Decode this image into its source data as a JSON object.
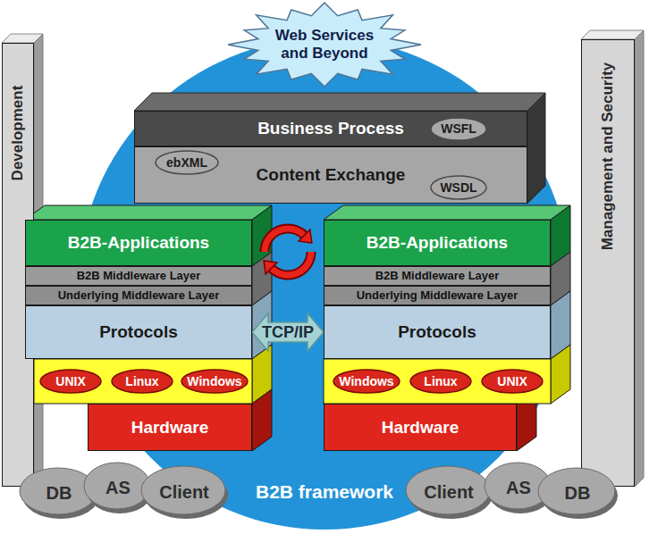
{
  "diagram": {
    "nodes": [
      {
        "text": [
          "Development"
        ]
      },
      {
        "text": [
          "Management and Security"
        ]
      },
      {
        "text": [
          "Web Services and Beyond"
        ]
      },
      {
        "text": [
          "Business Process"
        ]
      },
      {
        "text": [
          "WSFL"
        ],
        "in": 3
      },
      {
        "text": [
          "Content Exchange"
        ]
      },
      {
        "text": [
          "ebXML"
        ],
        "in": 5
      },
      {
        "text": [
          "WSDL"
        ],
        "in": 5
      },
      {
        "text": [
          "B2B-Applications"
        ]
      },
      {
        "text": [
          "B2B Middleware Layer"
        ]
      },
      {
        "text": [
          "Underlying Middleware Layer"
        ]
      },
      {
        "text": [
          "Protocols"
        ]
      },
      {
        "text": [
          "UNIX"
        ]
      },
      {
        "text": [
          "Linux"
        ]
      },
      {
        "text": [
          "Windows"
        ]
      },
      {
        "text": [
          "Hardware"
        ]
      },
      {
        "text": [
          "B2B-Applications"
        ]
      },
      {
        "text": [
          "B2B Middleware Layer"
        ]
      },
      {
        "text": [
          "Underlying Middleware Layer"
        ]
      },
      {
        "text": [
          "Protocols"
        ]
      },
      {
        "text": [
          "Windows"
        ]
      },
      {
        "text": [
          "Linux"
        ]
      },
      {
        "text": [
          "UNIX"
        ]
      },
      {
        "text": [
          "Hardware"
        ]
      },
      {
        "text": [
          "DB"
        ]
      },
      {
        "text": [
          "AS"
        ]
      },
      {
        "text": [
          "Client"
        ]
      },
      {
        "text": [
          "Client"
        ]
      },
      {
        "text": [
          "AS"
        ]
      },
      {
        "text": [
          "DB"
        ]
      }
    ],
    "edges": [
      {
        "from": 11,
        "to": 19,
        "arrow": "both",
        "label": "TCP/IP"
      }
    ],
    "labels": [
      "B2B framework"
    ]
  }
}
